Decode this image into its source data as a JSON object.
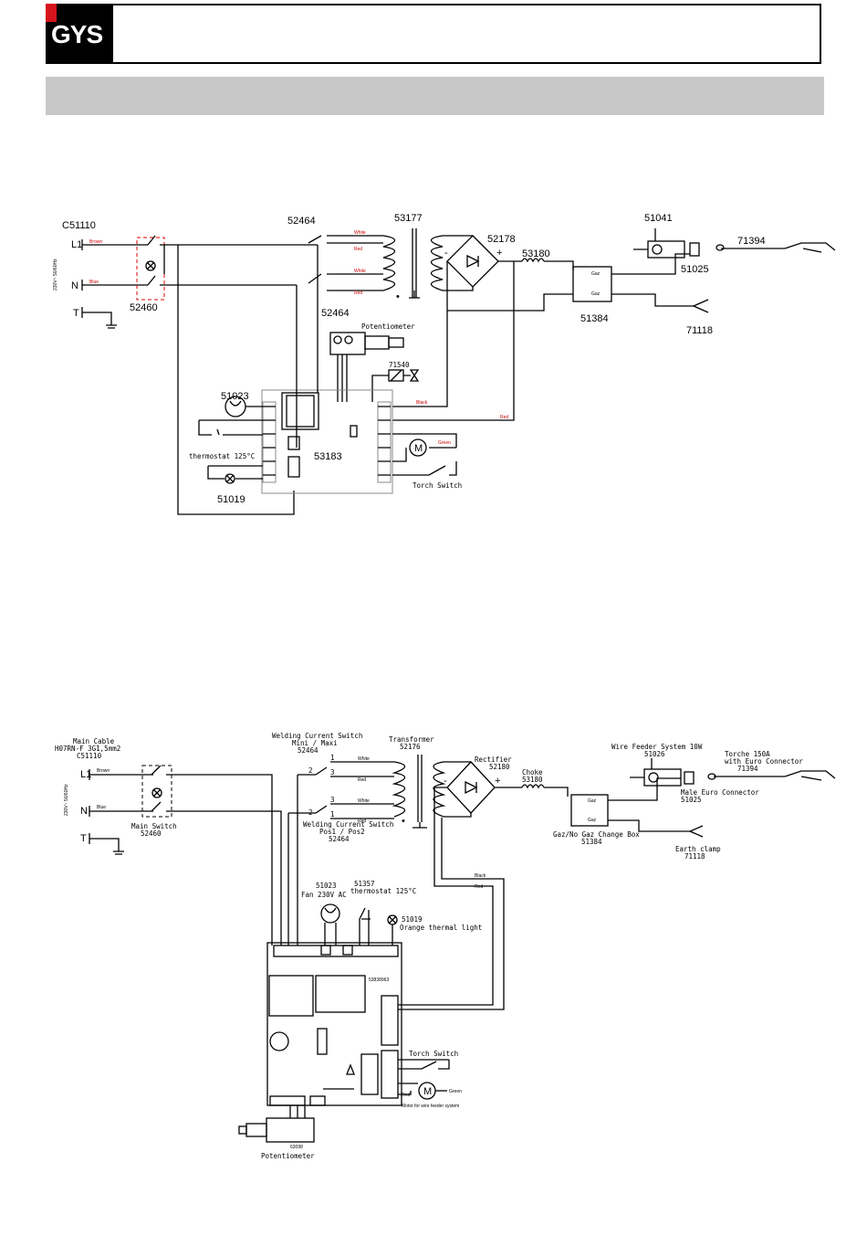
{
  "header": {
    "logo_text": "GYS",
    "logo_color": "#d5141c"
  },
  "diagram1": {
    "labels": {
      "c51110": "C51110",
      "l1": "L1",
      "n": "N",
      "t": "T",
      "supply": "230V~ 50/60Hz",
      "switch_main": "52460",
      "switch_a": "52464",
      "switch_b": "52464",
      "transformer": "53177",
      "rectifier": "52178",
      "choke": "53180",
      "wire_feeder": "51041",
      "euro_connector": "51025",
      "torch": "71394",
      "gas_box": "51384",
      "earth_clamp": "71118",
      "potentiometer": "Potentiometer",
      "solenoid": "71540",
      "fan": "51023",
      "thermostat": "thermostat 125°C",
      "board": "53183",
      "lamp": "51019",
      "torch_switch": "Torch Switch",
      "brown": "Brown",
      "blue": "Blue",
      "white": "White",
      "red": "Red",
      "black": "Black",
      "green": "Green",
      "gaz": "Gaz",
      "minus": "-",
      "plus": "+",
      "m": "M",
      "dot": "•"
    }
  },
  "diagram2": {
    "labels": {
      "main_cable": "Main Cable",
      "cable_spec": "H07RN-F  3G1,5mm2",
      "c51110": "C51110",
      "l1": "L1",
      "n": "N",
      "t": "T",
      "supply": "230V~ 50/60Hz",
      "main_switch": "Main Switch",
      "main_switch_code": "52460",
      "wcs_title": "Welding Current Switch",
      "wcs_sub": "Mini / Maxi",
      "wcs_code": "52464",
      "wcs2_title": "Welding Current Switch",
      "wcs2_sub": "Pos1 / Pos2",
      "wcs2_code": "52464",
      "transformer": "Transformer",
      "transformer_code": "52176",
      "rectifier": "Rectifier",
      "rectifier_code": "52180",
      "choke": "Choke",
      "choke_code": "53180",
      "wire_feeder": "Wire Feeder System 10W",
      "wire_feeder_code": "51026",
      "torch": "Torche 150A",
      "torch_sub": "with Euro Connector",
      "torch_code": "71394",
      "euro": "Male Euro Connector",
      "euro_code": "51025",
      "gas_box": "Gaz/No Gaz Change Box",
      "gas_box_code": "51384",
      "earth": "Earth clamp",
      "earth_code": "71118",
      "fan_code": "51023",
      "fan": "Fan 230V AC",
      "thermo_code": "51357",
      "thermo": "thermostat 125°C",
      "lamp_code": "51019",
      "lamp": "Orange thermal light",
      "board_code": "53838963",
      "torch_switch": "Torch Switch",
      "motor": "Motor for wire feeder system",
      "potentiometer": "Potentiometer",
      "pot_code": "63098",
      "brown": "Brown",
      "blue": "Blue",
      "white": "White",
      "red": "Red",
      "black": "Black",
      "green": "Green",
      "gaz": "Gaz",
      "n1": "1",
      "n2": "2",
      "n3": "3",
      "minus": "-",
      "plus": "+",
      "m": "M",
      "dot": "•"
    }
  }
}
